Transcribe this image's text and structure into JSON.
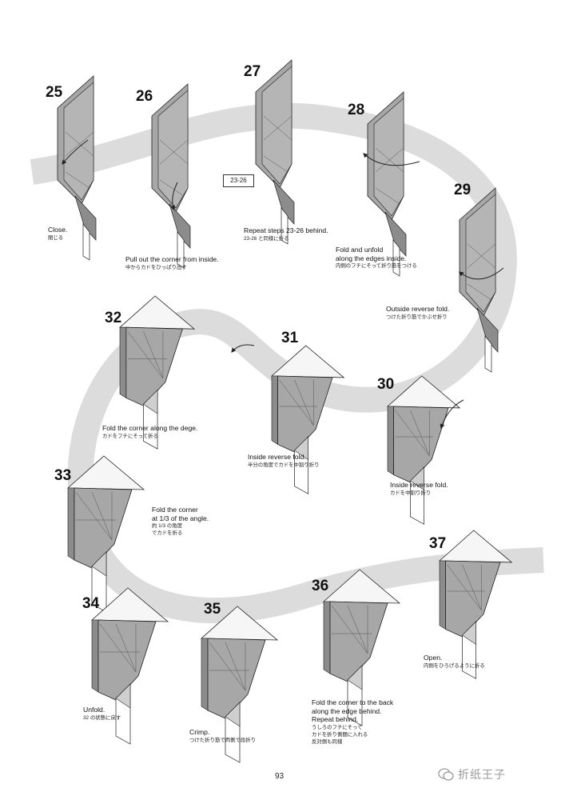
{
  "steps": [
    {
      "number": "25",
      "en": [
        "Close."
      ],
      "jp": [
        "閉じる"
      ]
    },
    {
      "number": "26",
      "en": [
        "Pull out the corner from inside."
      ],
      "jp": [
        "中からカドをひっぱり出す"
      ]
    },
    {
      "number": "27",
      "en": [
        "Repeat steps 23-26 behind."
      ],
      "jp": [
        "23-26 と同様に折る"
      ]
    },
    {
      "number": "28",
      "en": [
        "Fold and unfold",
        "along the edges inside."
      ],
      "jp": [
        "内側のフチにそって折り筋をつける"
      ]
    },
    {
      "number": "29",
      "en": [
        "Outside reverse fold."
      ],
      "jp": [
        "つけた折り筋でかぶせ折り"
      ]
    },
    {
      "number": "30",
      "en": [
        "Inside reverse fold."
      ],
      "jp": [
        "カドを中割り折り"
      ]
    },
    {
      "number": "31",
      "en": [
        "Inside reverse fold."
      ],
      "jp": [
        "半分の角度でカドを中割り折り"
      ]
    },
    {
      "number": "32",
      "en": [
        "Fold the corner along the dege."
      ],
      "jp": [
        "カドをフチにそって折る"
      ]
    },
    {
      "number": "33",
      "en": [
        "Fold the corner",
        "at 1/3 of the angle."
      ],
      "jp": [
        "約 1/3 の角度",
        "でカドを折る"
      ]
    },
    {
      "number": "34",
      "en": [
        "Unfold."
      ],
      "jp": [
        "32 の状態に戻す"
      ]
    },
    {
      "number": "35",
      "en": [
        "Crimp."
      ],
      "jp": [
        "つけた折り筋で両側で段折り"
      ]
    },
    {
      "number": "36",
      "en": [
        "Fold the corner to the back",
        "along the edge behind.",
        "Repeat behind."
      ],
      "jp": [
        "うしろのフチにそって",
        "カドを折り側間に入れる",
        "反対側も同様"
      ]
    },
    {
      "number": "37",
      "en": [
        "Open."
      ],
      "jp": [
        "内側をひろげるように折る"
      ]
    }
  ],
  "reference_label": "23-26",
  "page_number": "93",
  "watermark_text": "折纸王子",
  "colors": {
    "paper_gray": "#a7a7a7",
    "paper_dark": "#8c8c8c",
    "paper_white": "#f6f6f6",
    "path_band": "#dcdcdc",
    "ink": "#222222"
  }
}
